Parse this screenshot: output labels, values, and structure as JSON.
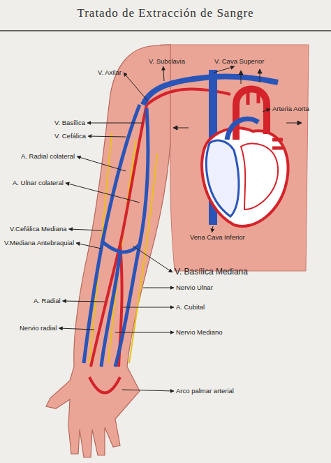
{
  "diagram": {
    "title": "Tratado de Extracción de Sangre",
    "labels": [
      "V. Subclavia",
      "V. Cava Superior",
      "V. Axilar",
      "Arteria Aorta",
      "V. Basílica",
      "V. Cefálica",
      "A. Radial colateral",
      "A. Ulnar colateral",
      "Vena Cava Inferior",
      "V.Cefálica Mediana",
      "V.Mediana Antebraquial",
      "V. Basílica Mediana",
      "Nervio Ulnar",
      "A. Radial",
      "A. Cubital",
      "Nervio radial",
      "Nervio Mediano",
      "Arco palmar arterial"
    ]
  }
}
